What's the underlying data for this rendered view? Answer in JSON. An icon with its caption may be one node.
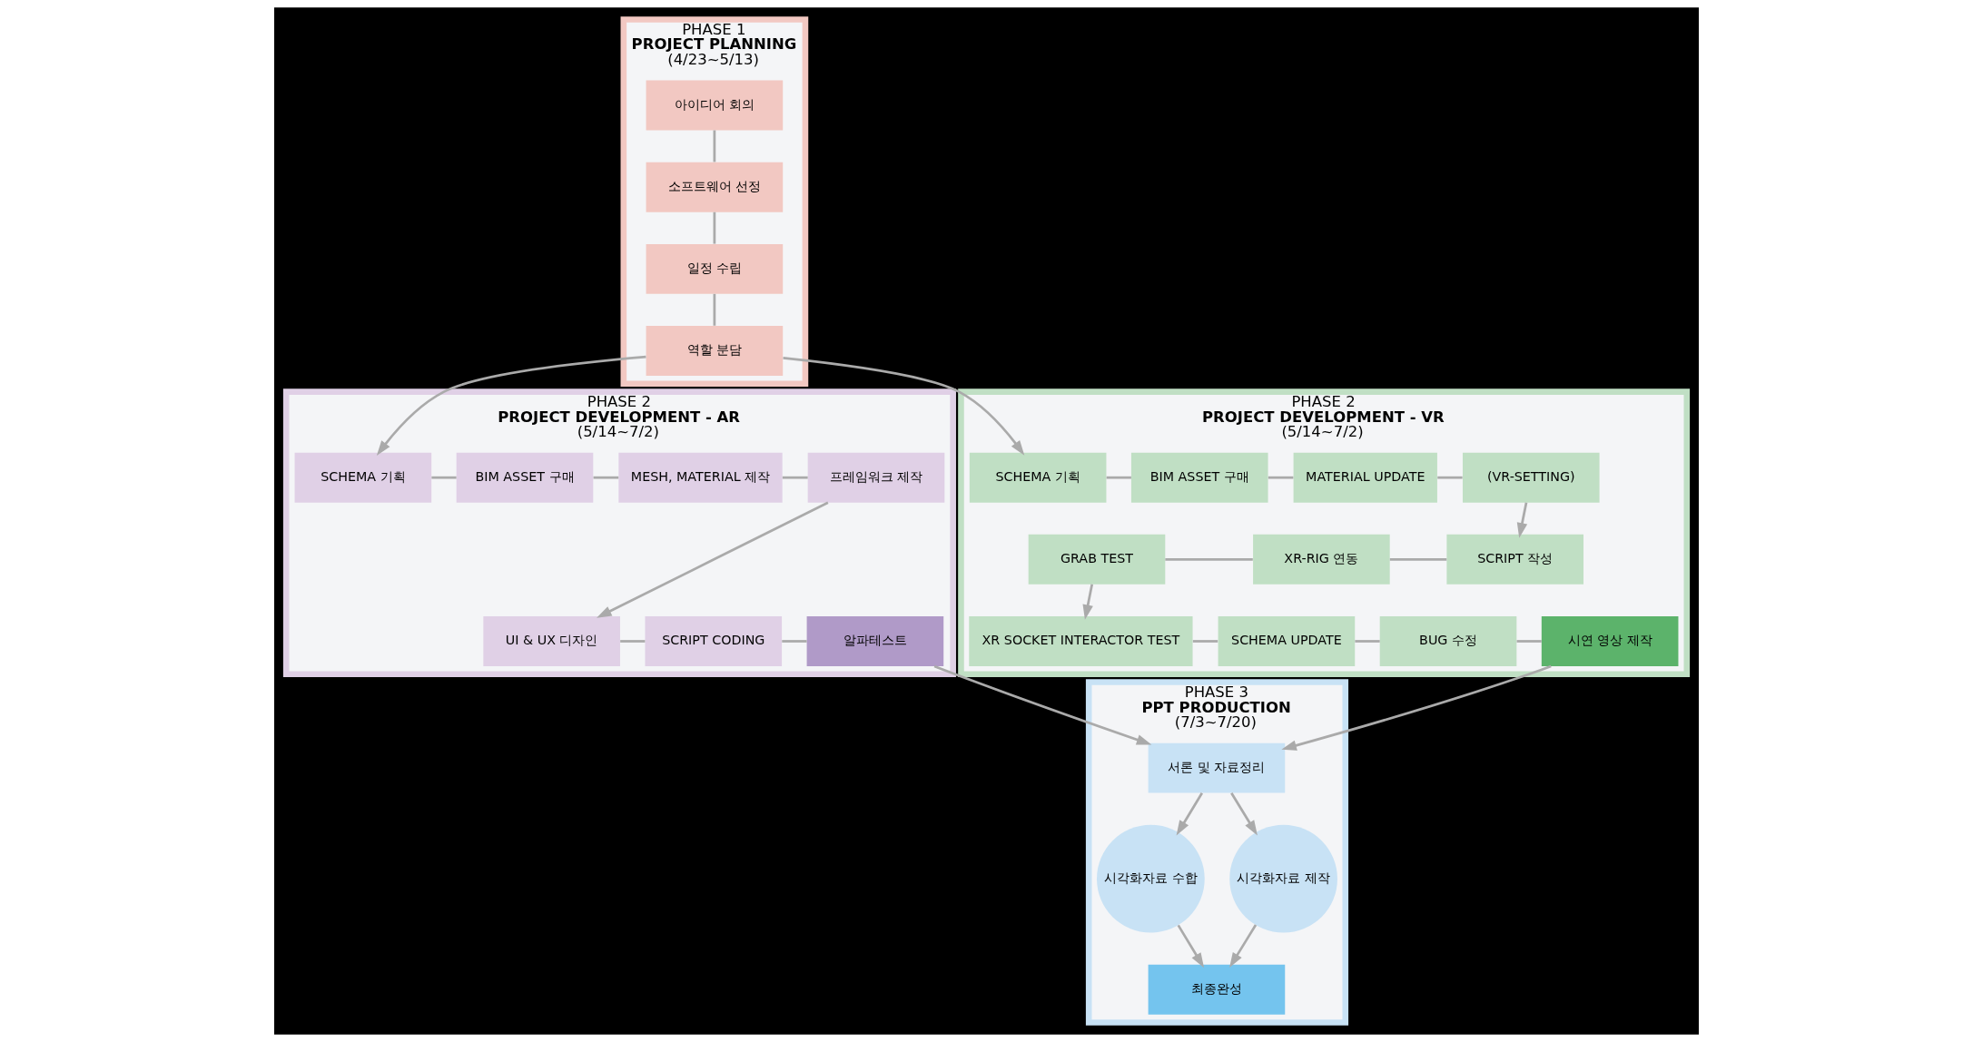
{
  "diagram": {
    "nodes": [
      {
        "text": [
          "PHASE 1",
          "PROJECT PLANNING",
          "(4/23~5/13)"
        ]
      },
      {
        "text": [
          "아이디어 회의"
        ],
        "in": 0
      },
      {
        "text": [
          "소프트웨어 선정"
        ],
        "in": 0
      },
      {
        "text": [
          "일정 수립"
        ],
        "in": 0
      },
      {
        "text": [
          "역할 분담"
        ],
        "in": 0
      },
      {
        "text": [
          "PHASE 2",
          "PROJECT DEVELOPMENT - AR",
          "(5/14~7/2)"
        ]
      },
      {
        "text": [
          "SCHEMA 기획"
        ],
        "in": 5
      },
      {
        "text": [
          "BIM ASSET 구매"
        ],
        "in": 5
      },
      {
        "text": [
          "MESH, MATERIAL 제작"
        ],
        "in": 5
      },
      {
        "text": [
          "프레임워크 제작"
        ],
        "in": 5
      },
      {
        "text": [
          "UI & UX 디자인"
        ],
        "in": 5
      },
      {
        "text": [
          "SCRIPT CODING"
        ],
        "in": 5
      },
      {
        "text": [
          "알파테스트"
        ],
        "in": 5
      },
      {
        "text": [
          "PHASE 2",
          "PROJECT DEVELOPMENT - VR",
          "(5/14~7/2)"
        ]
      },
      {
        "text": [
          "SCHEMA 기획"
        ],
        "in": 13
      },
      {
        "text": [
          "BIM ASSET 구매"
        ],
        "in": 13
      },
      {
        "text": [
          "MATERIAL UPDATE"
        ],
        "in": 13
      },
      {
        "text": [
          "(VR-SETTING)"
        ],
        "in": 13
      },
      {
        "text": [
          "GRAB TEST"
        ],
        "in": 13
      },
      {
        "text": [
          "XR-RIG 연동"
        ],
        "in": 13
      },
      {
        "text": [
          "SCRIPT 작성"
        ],
        "in": 13
      },
      {
        "text": [
          "XR SOCKET INTERACTOR TEST"
        ],
        "in": 13
      },
      {
        "text": [
          "SCHEMA UPDATE"
        ],
        "in": 13
      },
      {
        "text": [
          "BUG 수정"
        ],
        "in": 13
      },
      {
        "text": [
          "시연 영상 제작"
        ],
        "in": 13
      },
      {
        "text": [
          "PHASE 3",
          "PPT PRODUCTION",
          "(7/3~7/20)"
        ]
      },
      {
        "text": [
          "서론 및 자료정리"
        ],
        "in": 25
      },
      {
        "text": [
          "시각화자료 수합"
        ],
        "in": 25
      },
      {
        "text": [
          "시각화자료 제작"
        ],
        "in": 25
      },
      {
        "text": [
          "최종완성"
        ],
        "in": 25
      }
    ],
    "edges": [
      {
        "from": 1,
        "to": 2,
        "arrow": "none"
      },
      {
        "from": 2,
        "to": 3,
        "arrow": "none"
      },
      {
        "from": 3,
        "to": 4,
        "arrow": "none"
      },
      {
        "from": 4,
        "to": 6,
        "arrow": "to"
      },
      {
        "from": 4,
        "to": 14,
        "arrow": "to"
      },
      {
        "from": 6,
        "to": 7,
        "arrow": "none"
      },
      {
        "from": 7,
        "to": 8,
        "arrow": "none"
      },
      {
        "from": 8,
        "to": 9,
        "arrow": "none"
      },
      {
        "from": 9,
        "to": 10,
        "arrow": "to"
      },
      {
        "from": 10,
        "to": 11,
        "arrow": "none"
      },
      {
        "from": 11,
        "to": 12,
        "arrow": "none"
      },
      {
        "from": 12,
        "to": 26,
        "arrow": "to"
      },
      {
        "from": 14,
        "to": 15,
        "arrow": "none"
      },
      {
        "from": 15,
        "to": 16,
        "arrow": "none"
      },
      {
        "from": 16,
        "to": 17,
        "arrow": "none"
      },
      {
        "from": 17,
        "to": 20,
        "arrow": "to"
      },
      {
        "from": 18,
        "to": 19,
        "arrow": "none"
      },
      {
        "from": 19,
        "to": 20,
        "arrow": "none"
      },
      {
        "from": 18,
        "to": 21,
        "arrow": "to"
      },
      {
        "from": 21,
        "to": 22,
        "arrow": "none"
      },
      {
        "from": 22,
        "to": 23,
        "arrow": "none"
      },
      {
        "from": 23,
        "to": 24,
        "arrow": "none"
      },
      {
        "from": 24,
        "to": 26,
        "arrow": "to"
      },
      {
        "from": 26,
        "to": 27,
        "arrow": "to"
      },
      {
        "from": 26,
        "to": 28,
        "arrow": "to"
      },
      {
        "from": 27,
        "to": 29,
        "arrow": "to"
      },
      {
        "from": 28,
        "to": 29,
        "arrow": "to"
      }
    ]
  }
}
